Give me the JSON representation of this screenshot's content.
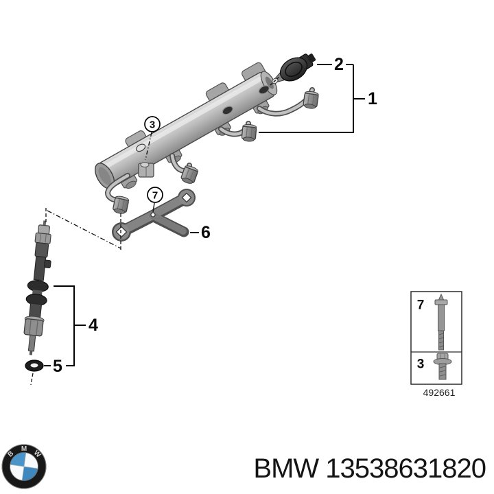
{
  "diagram": {
    "callouts": {
      "n1": "1",
      "n2": "2",
      "n3": "3",
      "n4": "4",
      "n5": "5",
      "n6": "6",
      "n7": "7"
    },
    "inset": {
      "stud_label": "7",
      "bolt_label": "3",
      "code": "492661"
    }
  },
  "footer": {
    "part_label": "BMW 13538631820",
    "logo_letters": [
      "B",
      "M",
      "W"
    ]
  },
  "colors": {
    "background": "#ffffff",
    "line": "#000000",
    "metal_light": "#d8d8d8",
    "metal_mid": "#9b9b9b",
    "metal_dark": "#4a4a4a",
    "sensor_dark": "#2e2e2e",
    "bracket_gray": "#828282",
    "bmw_blue": "#4a94c9",
    "text": "#141414"
  }
}
